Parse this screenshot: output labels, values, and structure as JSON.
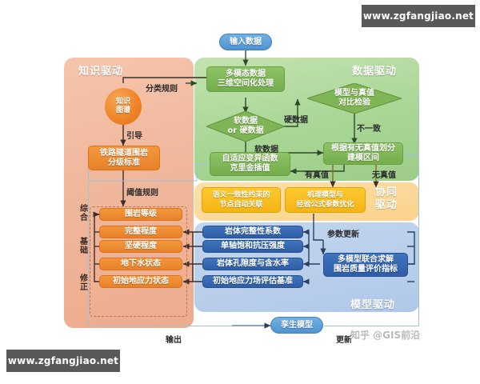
{
  "title": "铁路隧道围岩分级知识-数据-模型协同驱动框架图",
  "regions": {
    "knowledge": {
      "label": "知识驱动",
      "color": "#efb093"
    },
    "data": {
      "label": "数据驱动",
      "color": "#a9d695"
    },
    "collaborative": {
      "label_line1": "协同",
      "label_line2": "驱动",
      "color": "#fbd28c"
    },
    "model": {
      "label": "模型驱动",
      "color": "#b0c8e8"
    }
  },
  "nodes": {
    "input": "输入数据",
    "knowledge_graph_l1": "知识",
    "knowledge_graph_l2": "图谱",
    "tunnel_standard_l1": "铁路隧道围岩",
    "tunnel_standard_l2": "分级标准",
    "multimodal_l1": "多模态数据",
    "multimodal_l2": "三维空间化处理",
    "soft_hard_l1": "软数据",
    "soft_hard_l2": "or 硬数据",
    "model_truth_l1": "模型与真值",
    "model_truth_l2": "对比检验",
    "partition_l1": "根据有无真值划分",
    "partition_l2": "建模区间",
    "kriging_l1": "自适应变异函数",
    "kriging_l2": "克里金插值",
    "semantic_l1": "语义一致性约束的",
    "semantic_l2": "节点自动关联",
    "mechanism_l1": "机理模型与",
    "mechanism_l2": "经验公式参数优化",
    "multisolve_l1": "多模型联合求解",
    "multisolve_l2": "围岩质量评价指标",
    "twin_model": "孪生模型"
  },
  "orange_list": [
    {
      "label": "围岩等级"
    },
    {
      "label": "完整程度"
    },
    {
      "label": "坚硬程度"
    },
    {
      "label": "地下水状态"
    },
    {
      "label": "初始地应力状态"
    }
  ],
  "blue_list": [
    {
      "label": "岩体完整性系数"
    },
    {
      "label": "单轴饱和抗压强度"
    },
    {
      "label": "岩体孔隙度与含水率"
    },
    {
      "label": "初始地应力场评估基准"
    }
  ],
  "side_labels": [
    {
      "l1": "综",
      "l2": "合"
    },
    {
      "l1": "基",
      "l2": "础"
    },
    {
      "l1": "修",
      "l2": "正"
    }
  ],
  "edge_labels": {
    "classification_rule": "分类规则",
    "guide": "引导",
    "threshold_rule": "阈值规则",
    "hard_data": "硬数据",
    "soft_data": "软数据",
    "inconsistent": "不一致",
    "has_truth": "有真值",
    "no_truth": "无真值",
    "param_update": "参数更新",
    "output": "输出",
    "update": "更新"
  },
  "watermarks": {
    "top": "www.zgfangjiao.net",
    "bottom": "www.zgfangjiao.net",
    "zhihu": "知乎 @GIS前沿"
  }
}
